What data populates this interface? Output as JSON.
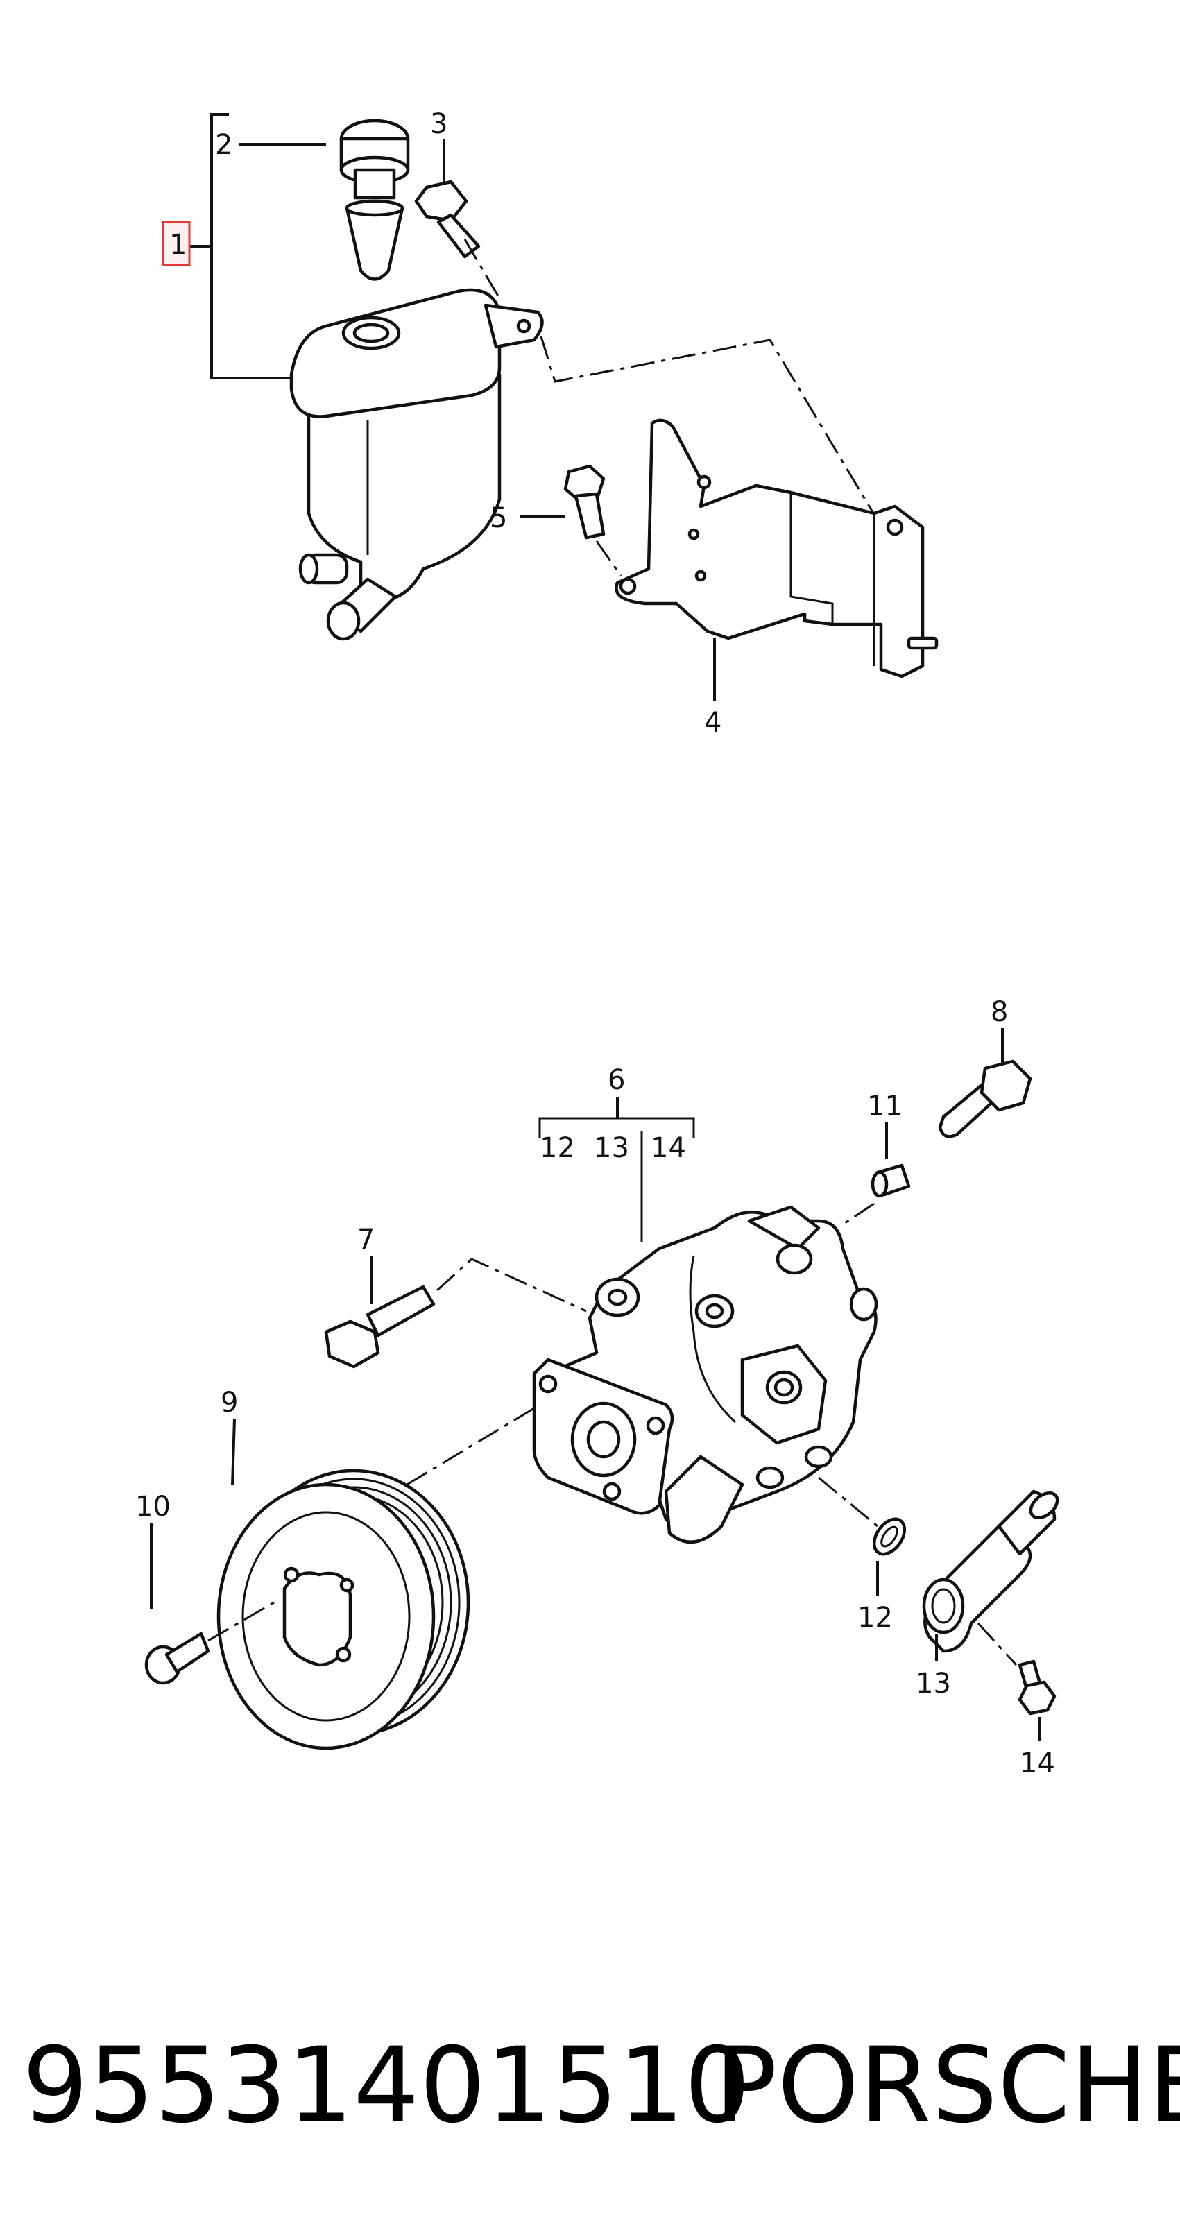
{
  "callouts": {
    "c1": "1",
    "c2": "2",
    "c3": "3",
    "c4": "4",
    "c5": "5",
    "c6": "6",
    "c7": "7",
    "c8": "8",
    "c9": "9",
    "c10": "10",
    "c11": "11",
    "c12": "12",
    "c13": "13",
    "c14": "14",
    "sub12": "12",
    "sub13": "13",
    "sub14": "14"
  },
  "footer": {
    "part_number": "95531401510",
    "brand": "PORSCHE"
  },
  "highlight_color": "#e53935"
}
